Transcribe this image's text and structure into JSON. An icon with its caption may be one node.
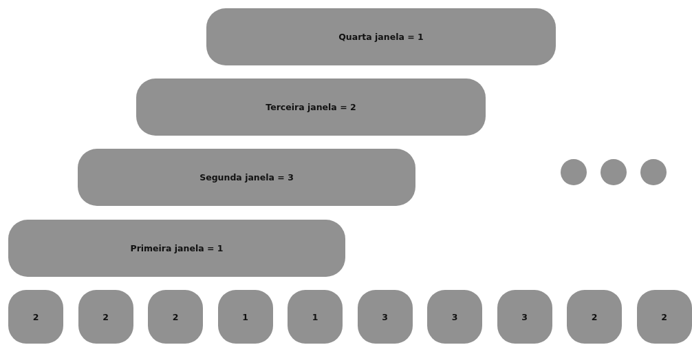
{
  "diagram": {
    "nodes": [
      {
        "text": [
          "Quarta janela = 1"
        ]
      },
      {
        "text": [
          "Terceira janela = 2"
        ]
      },
      {
        "text": [
          "Segunda janela = 3"
        ]
      },
      {
        "text": [
          "Primeira janela = 1"
        ]
      },
      {
        "text": [],
        "shape": "circle"
      },
      {
        "text": [],
        "shape": "circle"
      },
      {
        "text": [],
        "shape": "circle"
      },
      {
        "text": [
          "2"
        ]
      },
      {
        "text": [
          "2"
        ]
      },
      {
        "text": [
          "2"
        ]
      },
      {
        "text": [
          "1"
        ]
      },
      {
        "text": [
          "1"
        ]
      },
      {
        "text": [
          "3"
        ]
      },
      {
        "text": [
          "3"
        ]
      },
      {
        "text": [
          "3"
        ]
      },
      {
        "text": [
          "2"
        ]
      },
      {
        "text": [
          "2"
        ]
      }
    ]
  }
}
